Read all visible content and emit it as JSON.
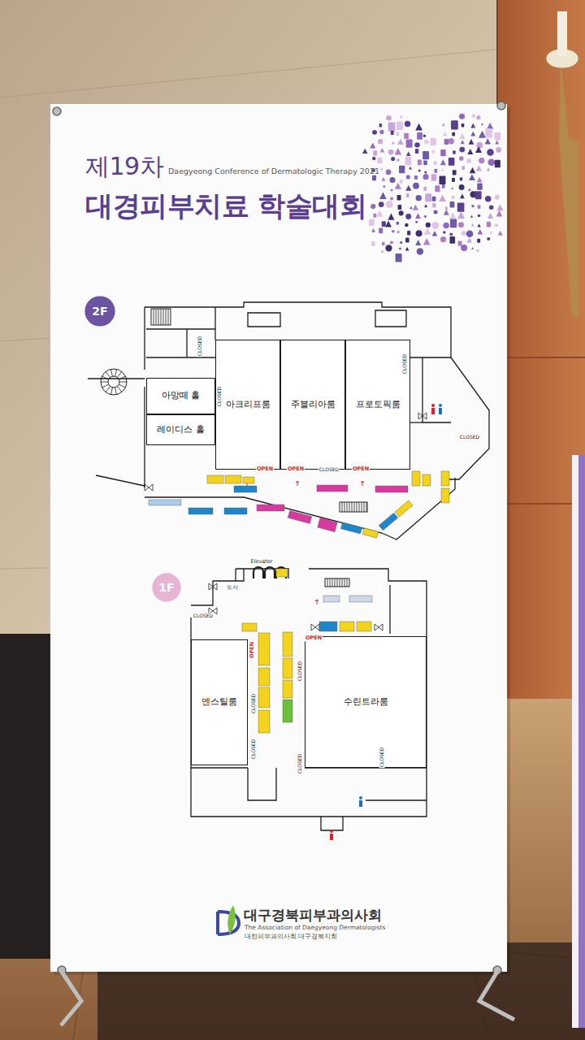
{
  "diagram": {
    "title": "제19차 대경피부치료 학술대회",
    "nodes": [
      {
        "text": [
          "2F"
        ]
      },
      {
        "text": [
          "아망떼 홀"
        ]
      },
      {
        "text": [
          "레이디스 홀"
        ]
      },
      {
        "text": [
          "아크리프룸"
        ]
      },
      {
        "text": [
          "주블리아룸"
        ]
      },
      {
        "text": [
          "프로토픽룸"
        ]
      },
      {
        "text": [
          "1F"
        ]
      },
      {
        "text": [
          "엔스틸룸"
        ]
      },
      {
        "text": [
          "수린트라룸"
        ]
      }
    ],
    "labels": [
      "Daegyeong Conference of Dermatologic Therapy 2021",
      "CLOSED",
      "CLOSED",
      "CLOSED",
      "CLOSED",
      "OPEN",
      "OPEN",
      "CLOSED",
      "OPEN",
      "Elevator",
      "도서",
      "CLOSED",
      "OPEN",
      "CLOSED",
      "CLOSED",
      "CLOSED",
      "CLOSED",
      "CLOSED",
      "OPEN",
      "대구경북피부과의사회",
      "The Association of Daegyeong Dermatologists",
      "대한피부과의사회 대구경북지회"
    ]
  }
}
